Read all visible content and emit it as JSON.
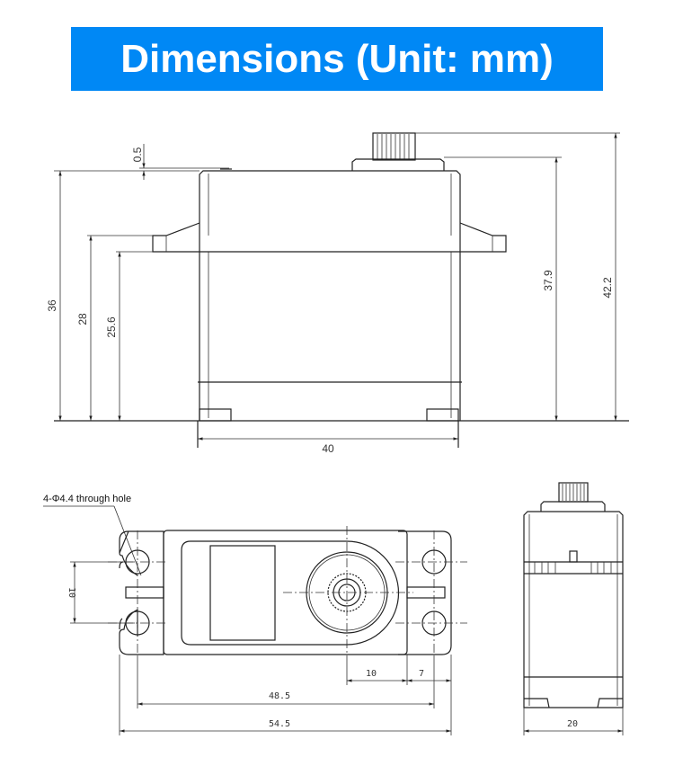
{
  "title": "Dimensions (Unit: mm)",
  "accent_color": "#0088f5",
  "front_view": {
    "dims": {
      "top_offset": "0.5",
      "height_total_body": "36",
      "flange_height": "28",
      "lower_height": "25.6",
      "height_to_cap": "37.9",
      "height_overall": "42.2",
      "width": "40"
    }
  },
  "top_view": {
    "hole_note": "4-Φ4.4 through hole",
    "dims": {
      "hole_spacing": "10",
      "shaft_offset": "10",
      "flange_edge": "7",
      "hole_pitch": "48.5",
      "overall_length": "54.5"
    }
  },
  "side_view": {
    "dims": {
      "depth": "20"
    }
  }
}
